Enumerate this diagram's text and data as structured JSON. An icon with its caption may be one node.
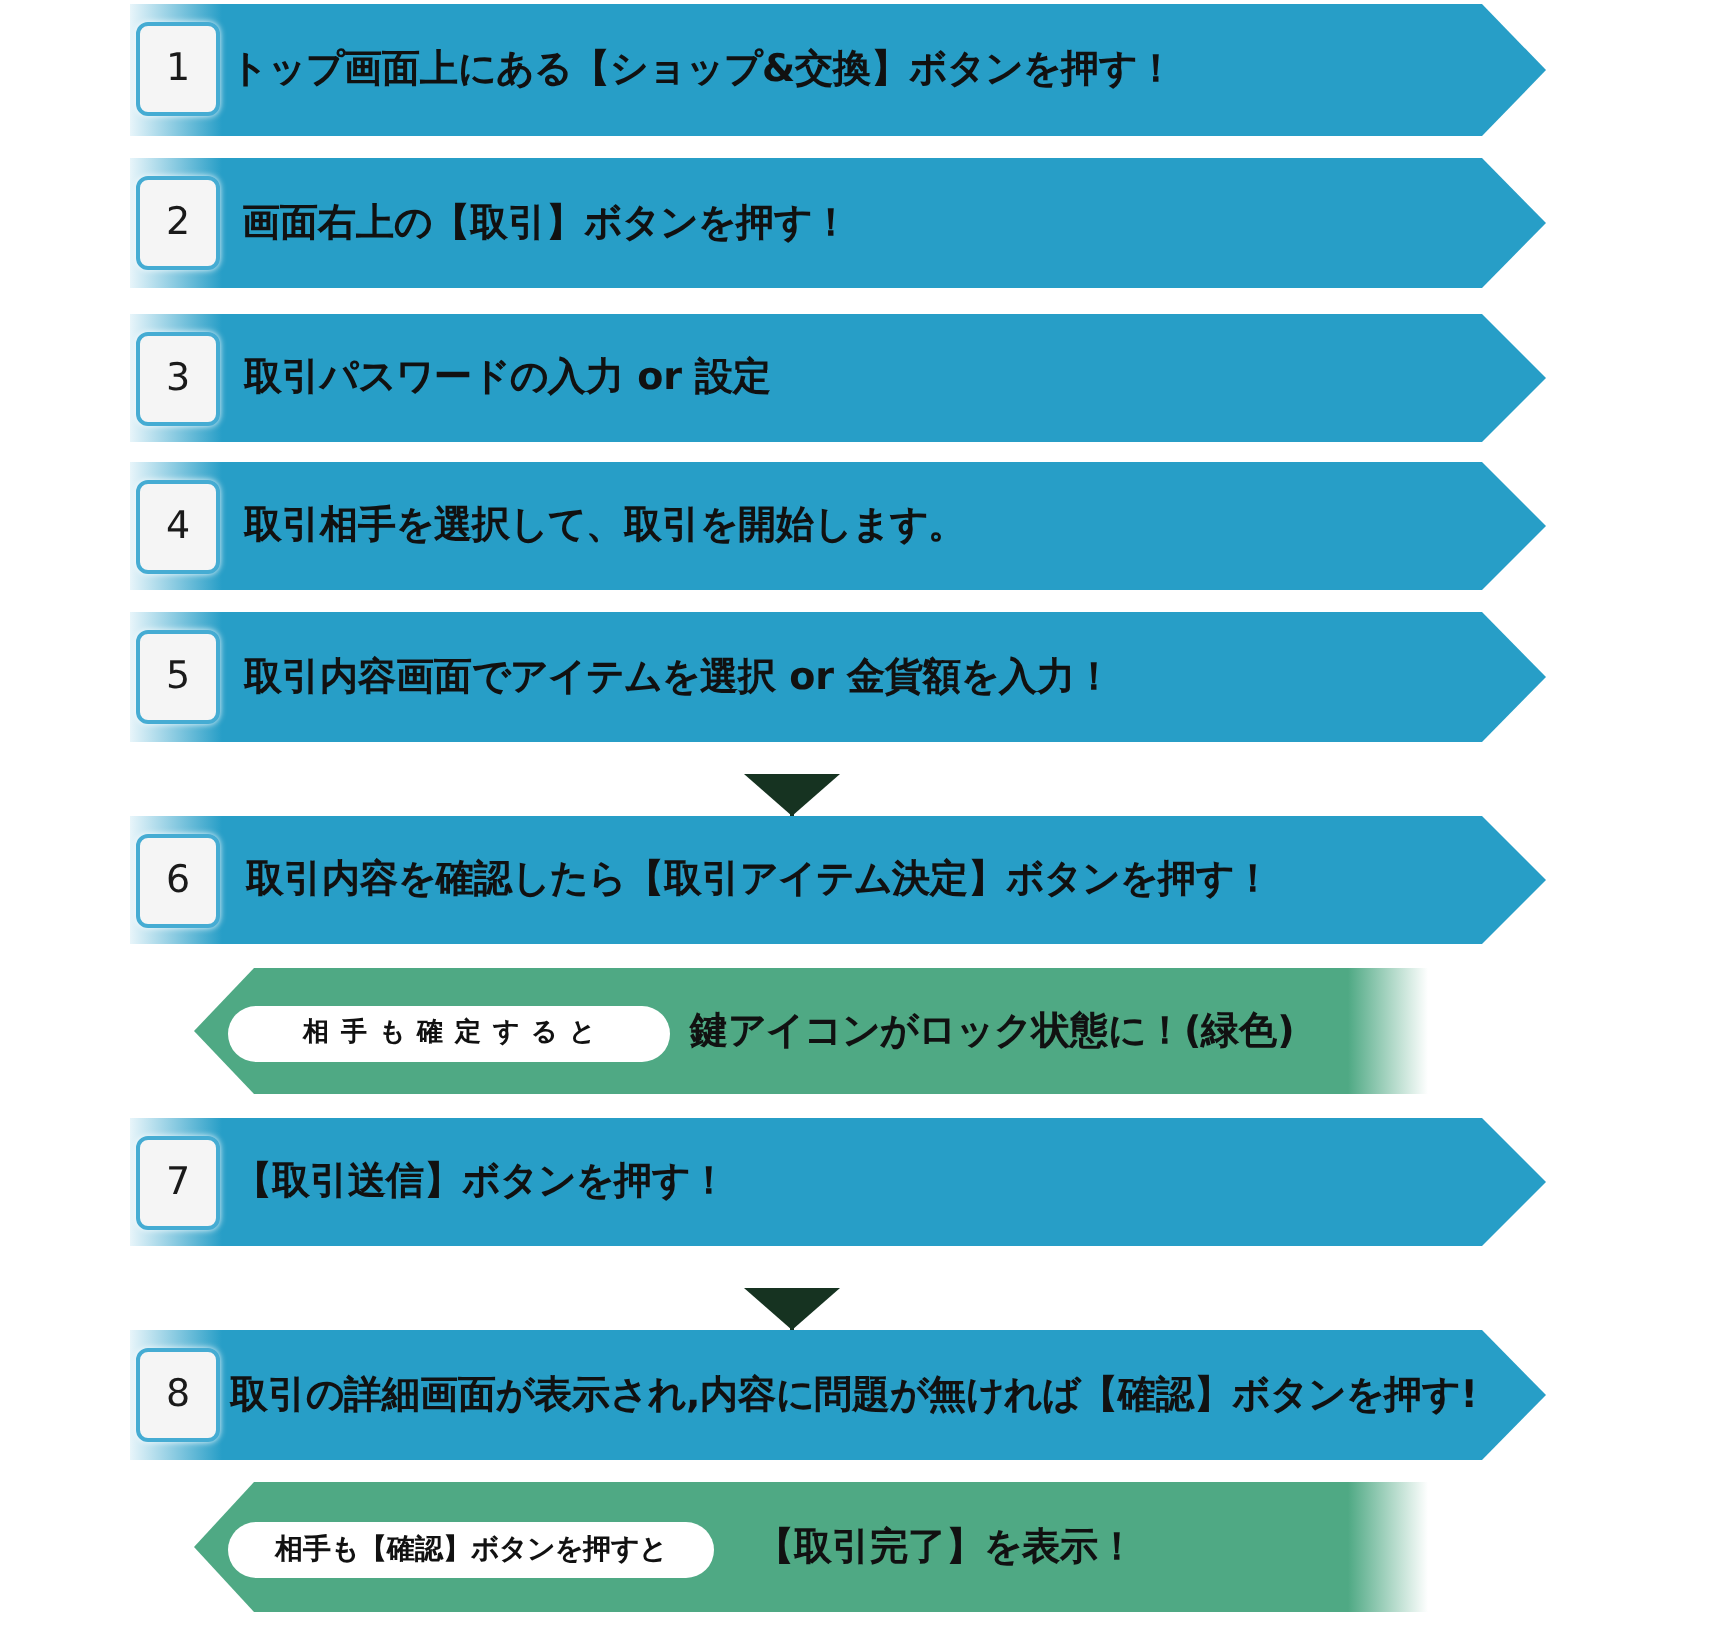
{
  "diagram": {
    "nodes": [
      {
        "text": [
          "トップ画面上にある【ショップ&交換】ボタンを押す！"
        ]
      },
      {
        "text": [
          "1"
        ],
        "in": 0
      },
      {
        "text": [
          "画面右上の【取引】ボタンを押す！"
        ]
      },
      {
        "text": [
          "2"
        ],
        "in": 2
      },
      {
        "text": [
          "取引パスワードの入力 or 設定"
        ]
      },
      {
        "text": [
          "3"
        ],
        "in": 4
      },
      {
        "text": [
          "取引相手を選択して、取引を開始します。"
        ]
      },
      {
        "text": [
          "4"
        ],
        "in": 6
      },
      {
        "text": [
          "取引内容画面でアイテムを選択 or 金貨額を入力！"
        ]
      },
      {
        "text": [
          "5"
        ],
        "in": 8
      },
      {
        "text": [
          "取引内容を確認したら【取引アイテム決定】ボタンを押す！"
        ]
      },
      {
        "text": [
          "6"
        ],
        "in": 10
      },
      {
        "text": [
          "鍵アイコンがロック状態に！(緑色)"
        ]
      },
      {
        "text": [
          "相手も確定すると"
        ],
        "in": 12
      },
      {
        "text": [
          "【取引送信】ボタンを押す！"
        ]
      },
      {
        "text": [
          "7"
        ],
        "in": 14
      },
      {
        "text": [
          "取引の詳細画面が表示され,内容に問題が無ければ【確認】ボタンを押す!"
        ]
      },
      {
        "text": [
          "8"
        ],
        "in": 16
      },
      {
        "text": [
          "【取引完了】を表示！"
        ]
      },
      {
        "text": [
          "相手も【確認】ボタンを押すと"
        ],
        "in": 18
      }
    ],
    "edges": [
      {
        "from": 8,
        "to": 10,
        "arrow": "to"
      },
      {
        "from": 14,
        "to": 16,
        "arrow": "to"
      }
    ]
  }
}
